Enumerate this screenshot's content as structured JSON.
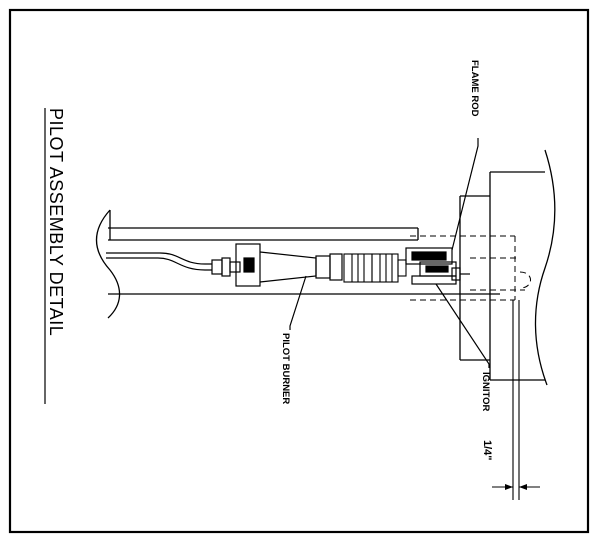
{
  "drawing": {
    "title": "PILOT ASSEMBLY DETAIL",
    "callouts": {
      "flame_rod": "FLAME ROD",
      "pilot_burner": "PILOT BURNER",
      "ignitor": "IGNITOR"
    },
    "dimension": "1/4\""
  }
}
